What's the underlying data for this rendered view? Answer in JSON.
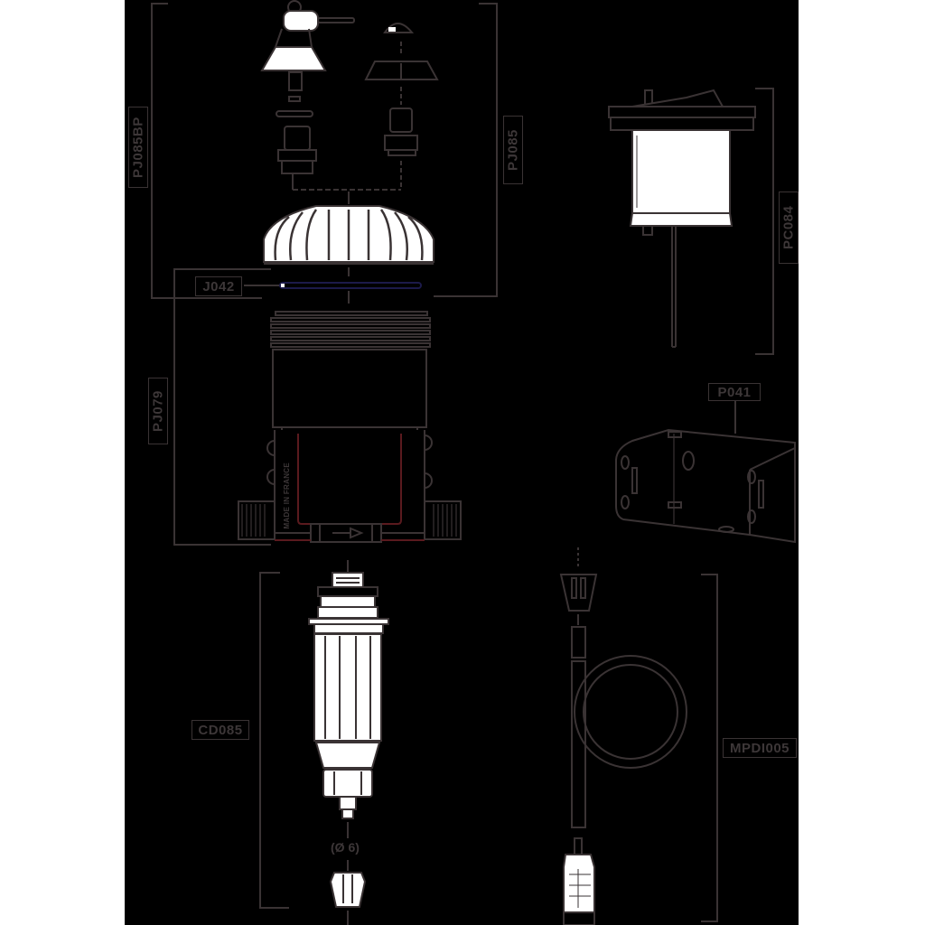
{
  "diagram": {
    "type": "exploded-parts-diagram",
    "colors": {
      "background_outer": "#ffffff",
      "canvas": "#000000",
      "line": "#3a3334",
      "fill_light": "#ffffff",
      "accent_red": "#5a1a1e",
      "accent_blue": "#1c1a4a"
    },
    "part_labels": [
      {
        "id": "PJ085BP",
        "orientation": "vertical",
        "refers_to": "injection valve / piston upper kit (left)"
      },
      {
        "id": "PJ085",
        "orientation": "vertical",
        "refers_to": "injection valve kit (right)"
      },
      {
        "id": "J042",
        "orientation": "horizontal",
        "refers_to": "O-ring seal"
      },
      {
        "id": "PJ079",
        "orientation": "vertical",
        "refers_to": "pump body"
      },
      {
        "id": "PC084",
        "orientation": "vertical",
        "refers_to": "container cap with suction tube"
      },
      {
        "id": "P041",
        "orientation": "horizontal",
        "refers_to": "wall mounting bracket"
      },
      {
        "id": "CD085",
        "orientation": "horizontal",
        "refers_to": "dosing part"
      },
      {
        "id": "MPDI005",
        "orientation": "horizontal",
        "refers_to": "suction hose kit with strainer"
      }
    ],
    "annotations": {
      "diameter_note": "(Ø 6)",
      "body_text": "MADE IN FRANCE"
    }
  }
}
